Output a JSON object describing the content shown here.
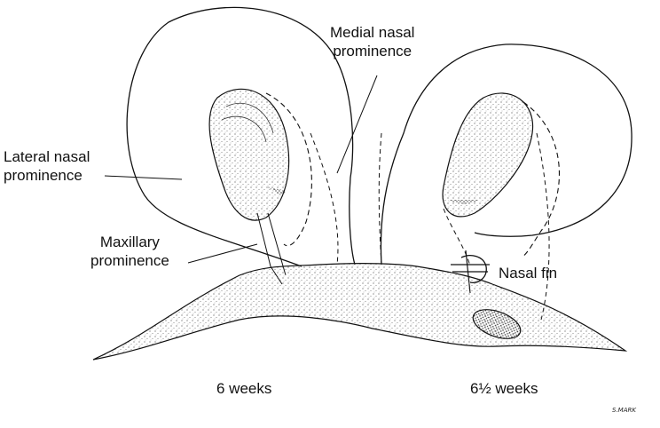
{
  "labels": {
    "medial_nasal": [
      "Medial nasal",
      "prominence"
    ],
    "lateral_nasal": [
      "Lateral nasal",
      "prominence"
    ],
    "maxillary": [
      "Maxillary",
      "prominence"
    ],
    "nasal_fin": "Nasal fin",
    "stage_left": "6 weeks",
    "stage_right": "6½ weeks"
  },
  "signature": "S.MARK",
  "colors": {
    "ink": "#111111",
    "stipple": "#555555",
    "background": "#ffffff"
  }
}
